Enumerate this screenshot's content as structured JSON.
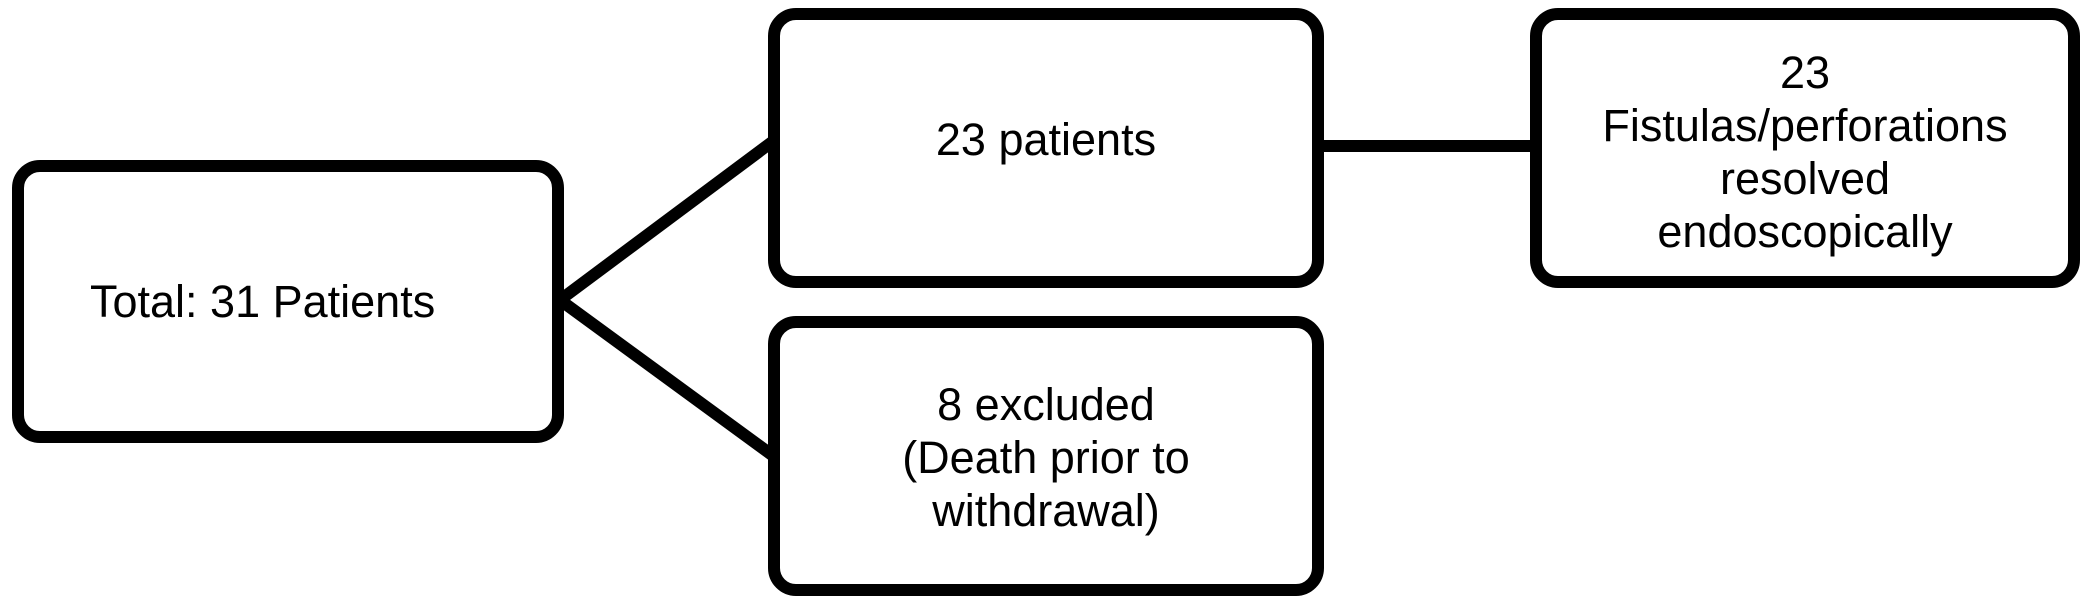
{
  "flowchart": {
    "root": {
      "label": "Total: 31 Patients"
    },
    "included": {
      "label": "23 patients"
    },
    "excluded": {
      "lines": [
        "8 excluded",
        "(Death prior to",
        "withdrawal)"
      ]
    },
    "outcome": {
      "lines": [
        "23",
        "Fistulas/perforations",
        "resolved",
        "endoscopically"
      ]
    }
  }
}
